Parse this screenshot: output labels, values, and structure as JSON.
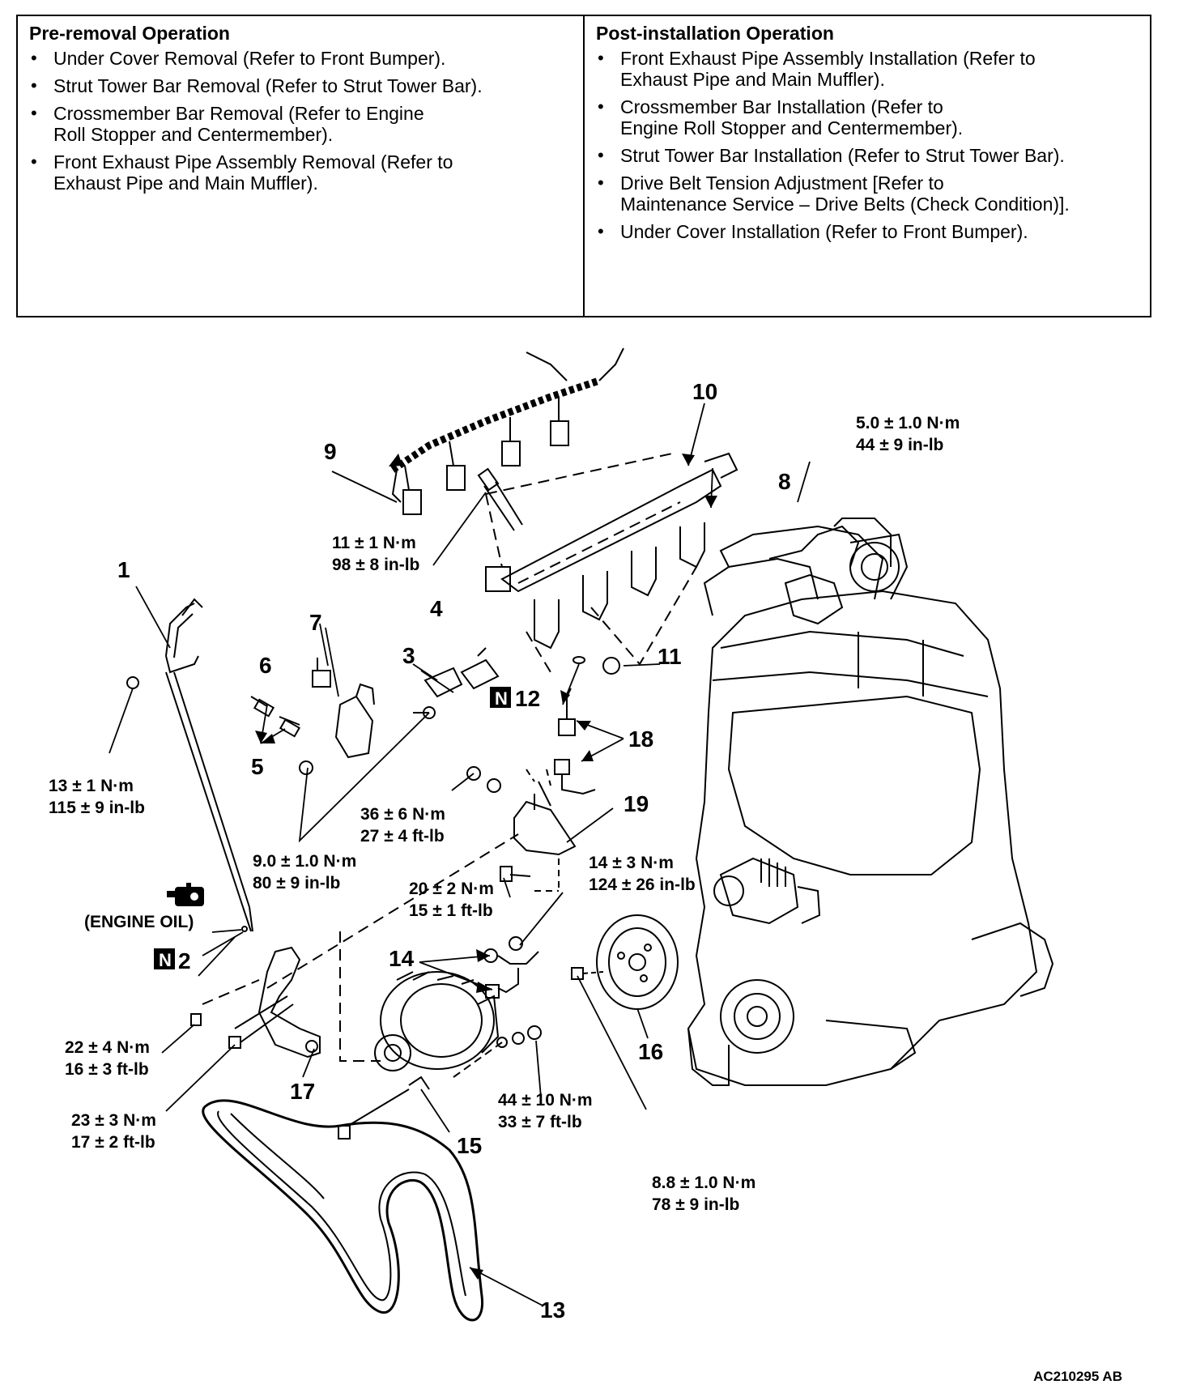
{
  "pre_removal": {
    "title": "Pre-removal Operation",
    "items": [
      "Under Cover Removal (Refer to Front Bumper).",
      "Strut Tower Bar Removal (Refer to Strut Tower Bar).",
      "Crossmember Bar Removal (Refer to Engine\nRoll Stopper and Centermember).",
      "Front Exhaust Pipe Assembly Removal (Refer to\nExhaust Pipe and Main Muffler)."
    ]
  },
  "post_installation": {
    "title": "Post-installation Operation",
    "items": [
      "Front Exhaust Pipe Assembly Installation (Refer to\nExhaust Pipe and Main Muffler).",
      "Crossmember Bar Installation (Refer to\nEngine Roll Stopper and Centermember).",
      "Strut Tower Bar Installation (Refer to Strut Tower Bar).",
      "Drive Belt Tension Adjustment [Refer to\nMaintenance Service – Drive Belts (Check Condition)].",
      "Under Cover Installation (Refer to Front Bumper)."
    ]
  },
  "diagram": {
    "callouts": {
      "c1": "1",
      "c2": "2",
      "c3": "3",
      "c4": "4",
      "c5": "5",
      "c6": "6",
      "c7": "7",
      "c8": "8",
      "c9": "9",
      "c10": "10",
      "c11": "11",
      "c12": "12",
      "c13": "13",
      "c14": "14",
      "c15": "15",
      "c16": "16",
      "c17": "17",
      "c18": "18",
      "c19": "19"
    },
    "torques": {
      "t_5_0": [
        "5.0 ± 1.0 N·m",
        "44 ± 9 in-lb"
      ],
      "t_11": [
        "11 ± 1 N·m",
        "98 ± 8 in-lb"
      ],
      "t_13": [
        "13 ± 1 N·m",
        "115 ± 9 in-lb"
      ],
      "t_36": [
        "36 ± 6 N·m",
        "27 ± 4 ft-lb"
      ],
      "t_9_0": [
        "9.0 ± 1.0 N·m",
        "80 ± 9 in-lb"
      ],
      "t_14": [
        "14 ± 3 N·m",
        "124 ± 26 in-lb"
      ],
      "t_20": [
        "20 ± 2 N·m",
        "15 ± 1 ft-lb"
      ],
      "t_22": [
        "22 ± 4 N·m",
        "16 ± 3 ft-lb"
      ],
      "t_23": [
        "23 ± 3 N·m",
        "17 ± 2 ft-lb"
      ],
      "t_44": [
        "44 ± 10 N·m",
        "33 ± 7 ft-lb"
      ],
      "t_8_8": [
        "8.8 ± 1.0 N·m",
        "78 ± 9 in-lb"
      ]
    },
    "new_part_marker": "N",
    "engine_oil_label": "(ENGINE OIL)",
    "reference_code": "AC210295 AB"
  }
}
